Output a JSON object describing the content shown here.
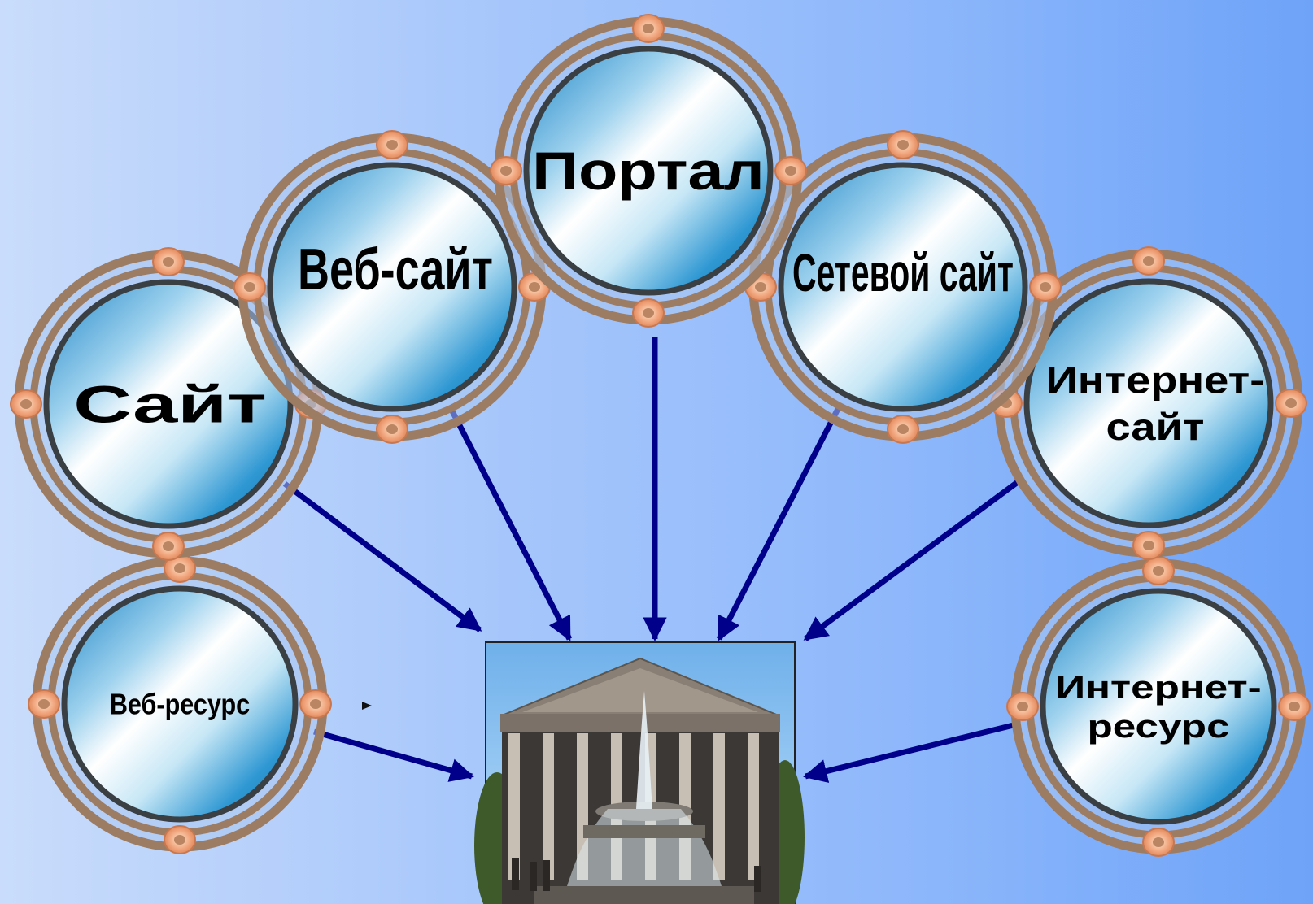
{
  "diagram": {
    "nodes": [
      {
        "id": "veb-resurs",
        "label": "Веб-ресурс"
      },
      {
        "id": "sait",
        "label": "Сайт"
      },
      {
        "id": "veb-sait",
        "label": "Веб-сайт"
      },
      {
        "id": "internet-resurs",
        "label": "Интернет-\nресурс"
      },
      {
        "id": "internet-sait",
        "label": "Интернет-\nсайт"
      },
      {
        "id": "setevoi-sait",
        "label": "Сетевой сайт"
      },
      {
        "id": "portal",
        "label": "Портал"
      }
    ],
    "target": {
      "id": "theatre-photo",
      "description": "photo"
    },
    "edges": [
      {
        "from": "sait",
        "to": "theatre-photo"
      },
      {
        "from": "veb-sait",
        "to": "theatre-photo"
      },
      {
        "from": "portal",
        "to": "theatre-photo"
      },
      {
        "from": "setevoi-sait",
        "to": "theatre-photo"
      },
      {
        "from": "internet-sait",
        "to": "theatre-photo"
      },
      {
        "from": "veb-resurs",
        "to": "theatre-photo"
      },
      {
        "from": "internet-resurs",
        "to": "theatre-photo"
      }
    ]
  },
  "colors": {
    "ring": "#9c7c62",
    "bead": "#f0a37a",
    "arrow": "#00008b",
    "disc_edge": "#3a3f44"
  }
}
